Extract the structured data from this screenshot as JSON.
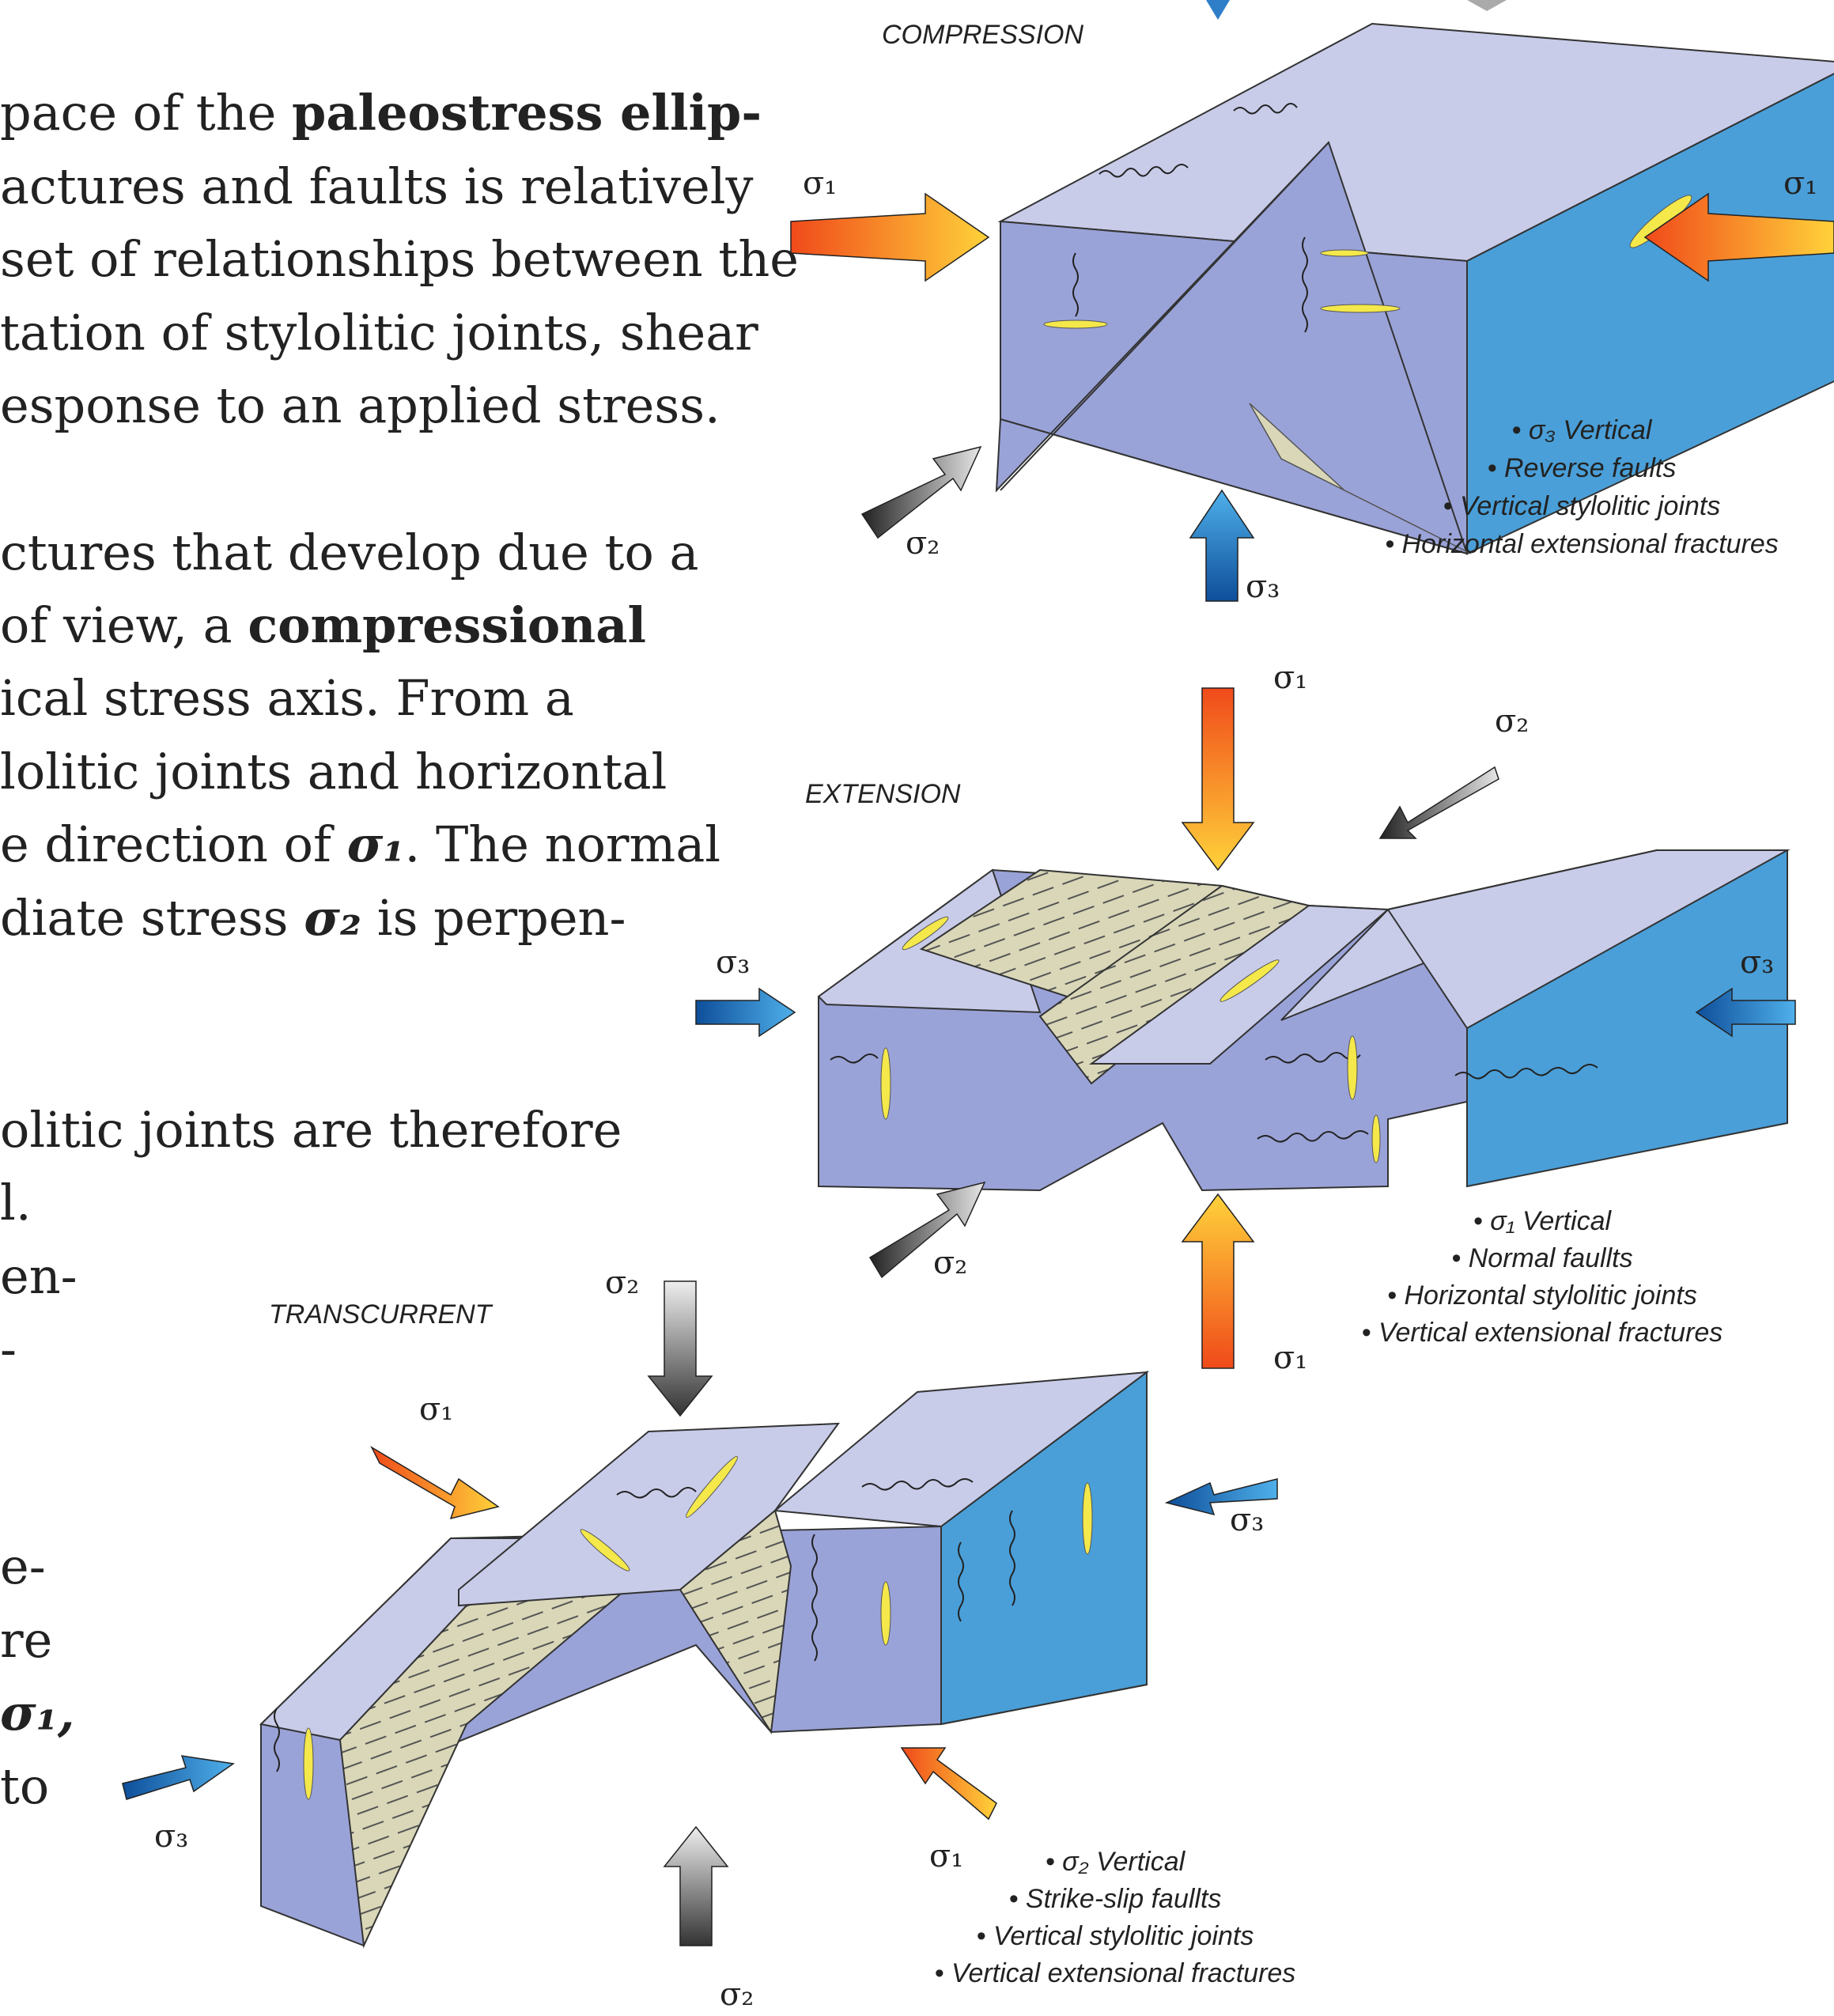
{
  "text_lines": [
    {
      "pre": "pace of the ",
      "bold": "paleostress ellip-",
      "post": ""
    },
    {
      "pre": "actures and faults is relatively",
      "bold": "",
      "post": ""
    },
    {
      "pre": "set of relationships between the",
      "bold": "",
      "post": ""
    },
    {
      "pre": "tation of stylolitic joints, shear",
      "bold": "",
      "post": ""
    },
    {
      "pre": "esponse to an applied stress.",
      "bold": "",
      "post": ""
    },
    {
      "pre": "ctures that develop due to a",
      "bold": "",
      "post": ""
    },
    {
      "pre": "of view, a ",
      "bold": "compressional",
      "post": ""
    },
    {
      "pre": "ical stress axis. From a",
      "bold": "",
      "post": ""
    },
    {
      "pre": "lolitic joints and horizontal",
      "bold": "",
      "post": ""
    },
    {
      "pre": "e direction of ",
      "sym": "σ₁",
      "post": ". The normal"
    },
    {
      "pre": "diate stress ",
      "sym": "σ₂",
      "post": " is perpen-"
    },
    {
      "pre": "olitic joints are therefore",
      "bold": "",
      "post": ""
    },
    {
      "pre": "l.",
      "bold": "",
      "post": ""
    },
    {
      "pre": "en-",
      "bold": "",
      "post": ""
    },
    {
      "pre": "-",
      "bold": "",
      "post": ""
    },
    {
      "pre": "e-",
      "bold": "",
      "post": ""
    },
    {
      "pre": "re",
      "bold": "",
      "post": ""
    },
    {
      "pre": "",
      "sym": "σ₁,",
      "post": ""
    },
    {
      "pre": "to",
      "bold": "",
      "post": ""
    }
  ],
  "compression": {
    "title": "COMPRESSION",
    "s1": "σ₁",
    "s2": "σ₂",
    "s3": "σ₃",
    "bullets": [
      "• σ₃ Vertical",
      "• Reverse faults",
      "• Vertical stylolitic joints",
      "• Horizontal extensional fractures"
    ]
  },
  "extension": {
    "title": "EXTENSION",
    "s1": "σ₁",
    "s2": "σ₂",
    "s3": "σ₃",
    "bullets": [
      "• σ₁ Vertical",
      "• Normal faullts",
      "• Horizontal stylolitic joints",
      "• Vertical  extensional fractures"
    ]
  },
  "transcurrent": {
    "title": "TRANSCURRENT",
    "s1": "σ₁",
    "s2": "σ₂",
    "s3": "σ₃",
    "bullets": [
      "• σ₂ Vertical",
      "• Strike-slip faullts",
      "• Vertical stylolitic joints",
      "• Vertical  extensional fractures"
    ]
  },
  "colors": {
    "block_top": "#c8cce9",
    "block_front": "#9aa3d8",
    "block_side": "#4a9fd8",
    "fault": "#d9d7b8",
    "fracture": "#f4e84a",
    "arrow_warm": "#f59a2a",
    "arrow_grey": "#9a9a9a",
    "arrow_blue": "#2f7fc8"
  }
}
